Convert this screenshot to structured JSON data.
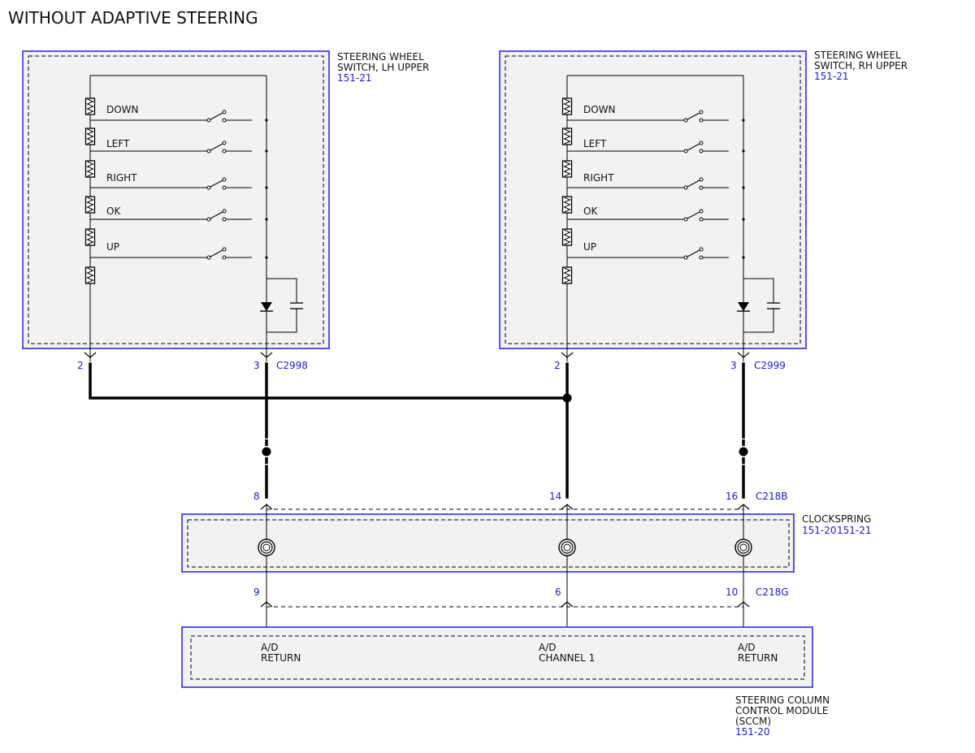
{
  "title": "WITHOUT ADAPTIVE STEERING",
  "colors": {
    "ref": "#1a1ad6",
    "box_border": "#2020e0",
    "wire": "#000000",
    "box_fill": "#f2f2f2"
  },
  "lh_switch": {
    "label_line1": "STEERING WHEEL",
    "label_line2": "SWITCH, LH UPPER",
    "ref": "151-21",
    "buttons": [
      "DOWN",
      "LEFT",
      "RIGHT",
      "OK",
      "UP"
    ],
    "pin_left": "2",
    "pin_right": "3",
    "connector": "C2998"
  },
  "rh_switch": {
    "label_line1": "STEERING WHEEL",
    "label_line2": "SWITCH, RH UPPER",
    "ref": "151-21",
    "buttons": [
      "DOWN",
      "LEFT",
      "RIGHT",
      "OK",
      "UP"
    ],
    "pin_left": "2",
    "pin_right": "3",
    "connector": "C2999"
  },
  "clockspring": {
    "label": "CLOCKSPRING",
    "ref_a": "151-20",
    "ref_b": "151-21",
    "top_pins": [
      "8",
      "14",
      "16"
    ],
    "top_connector": "C218B",
    "bottom_pins": [
      "9",
      "6",
      "10"
    ],
    "bottom_connector": "C218G"
  },
  "sccm": {
    "label_line1": "STEERING COLUMN",
    "label_line2": "CONTROL MODULE",
    "label_line3": "(SCCM)",
    "ref": "151-20",
    "inputs": [
      {
        "line1": "A/D",
        "line2": "RETURN"
      },
      {
        "line1": "A/D",
        "line2": "CHANNEL 1"
      },
      {
        "line1": "A/D",
        "line2": "RETURN"
      }
    ]
  }
}
